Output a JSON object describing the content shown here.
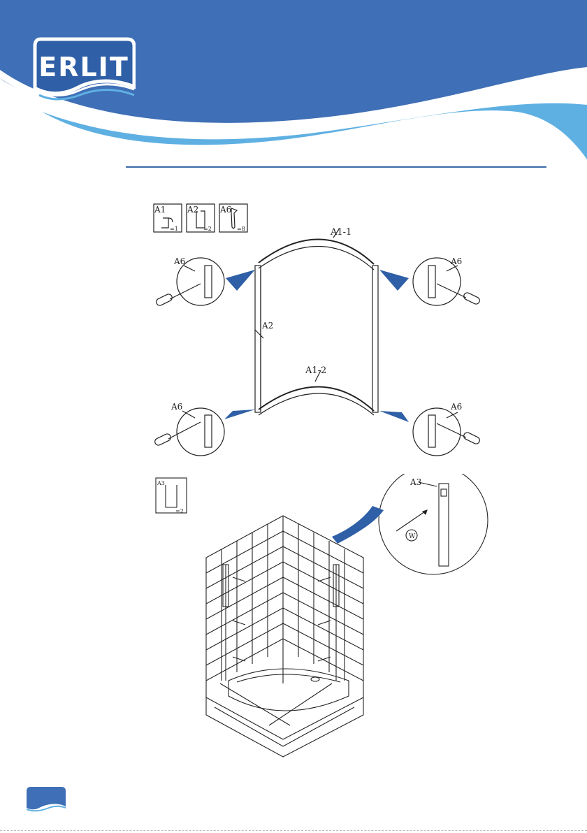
{
  "brand": {
    "logo_text": "ERLIT",
    "colors": {
      "primary": "#3f6fb6",
      "secondary": "#5fb0e2",
      "rule": "#3a6aa8"
    }
  },
  "figure_top": {
    "parts": [
      {
        "code": "A1",
        "qty": "=1"
      },
      {
        "code": "A2",
        "qty": "=2"
      },
      {
        "code": "A6",
        "qty": "=8"
      }
    ],
    "labels": {
      "top_profile": "A1-1",
      "bottom_profile": "A1-2",
      "side_profile": "A2",
      "screw_tl": "A6",
      "screw_tr": "A6",
      "screw_bl": "A6",
      "screw_br": "A6"
    }
  },
  "figure_bottom": {
    "part": {
      "code": "A3",
      "qty": "=2"
    },
    "labels": {
      "detail_profile": "A3",
      "pencil_mark": "W"
    }
  }
}
